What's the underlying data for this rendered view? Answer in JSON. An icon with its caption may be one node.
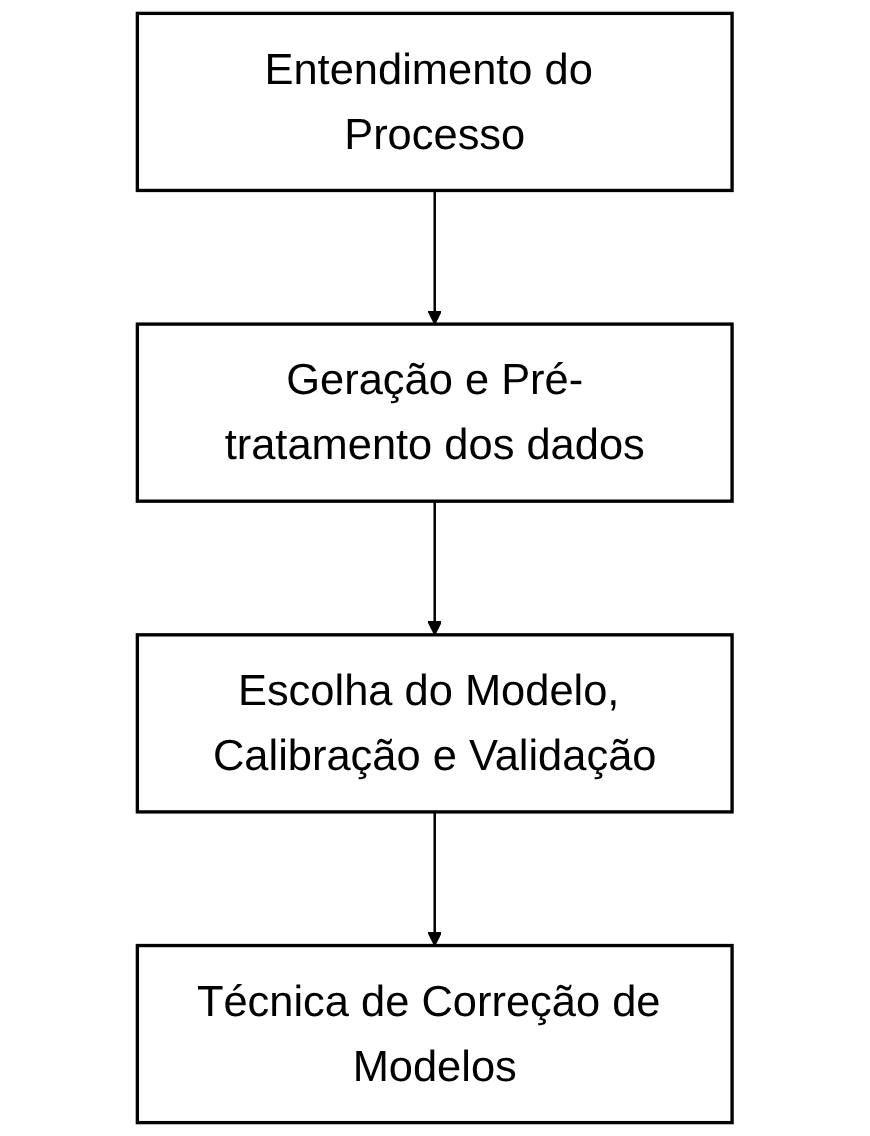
{
  "diagram": {
    "nodes": [
      {
        "text": [
          "Entendimento do Processo"
        ]
      },
      {
        "text": [
          "Geração e Pré-tratamento dos dados"
        ]
      },
      {
        "text": [
          "Escolha do Modelo, Calibração e Validação"
        ]
      },
      {
        "text": [
          "Técnica de Correção de Modelos"
        ]
      }
    ],
    "edges": [
      {
        "from": 0,
        "to": 1,
        "arrow": "to"
      },
      {
        "from": 1,
        "to": 2,
        "arrow": "to"
      },
      {
        "from": 2,
        "to": 3,
        "arrow": "to"
      }
    ]
  }
}
